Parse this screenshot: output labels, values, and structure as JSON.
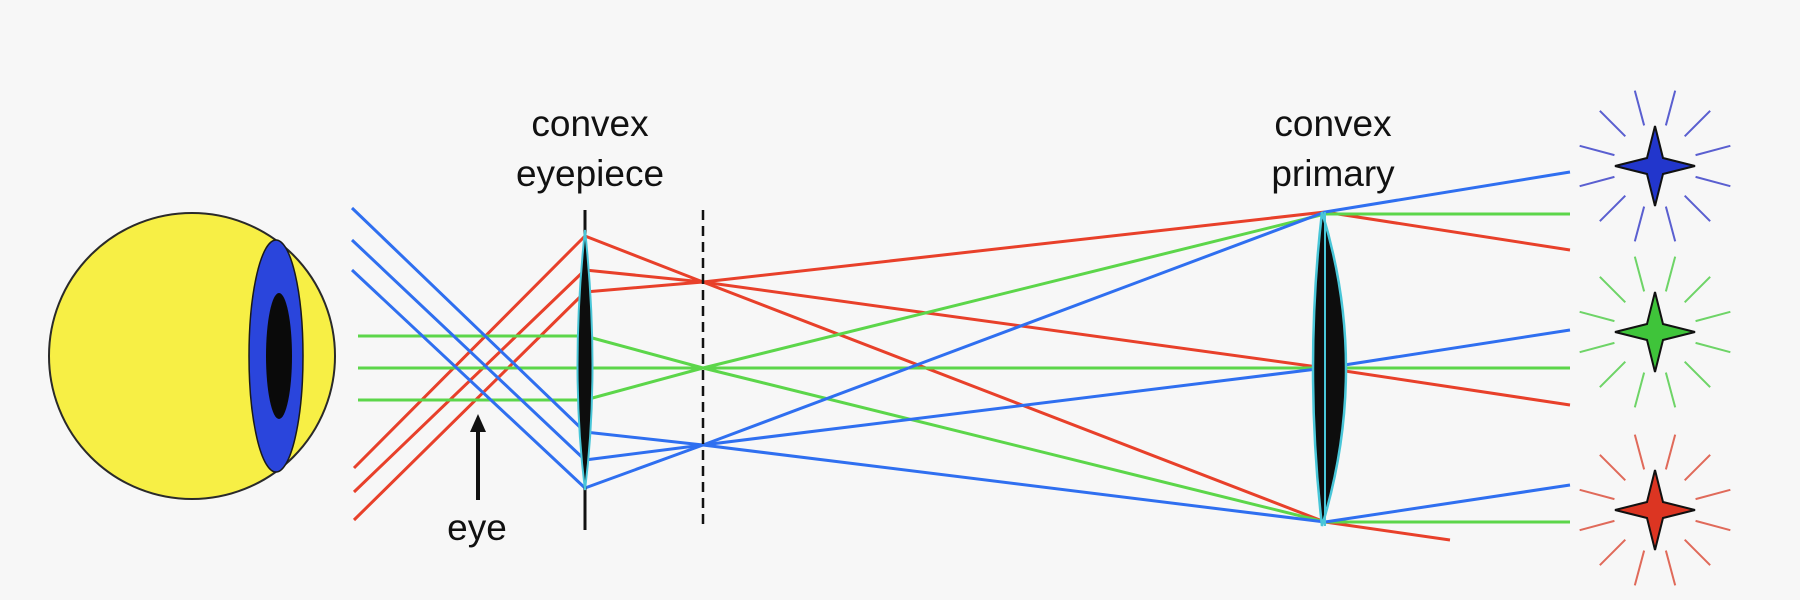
{
  "labels": {
    "eyepiece_line1": "convex",
    "eyepiece_line2": "eyepiece",
    "primary_line1": "convex",
    "primary_line2": "primary",
    "eye": "eye"
  },
  "colors": {
    "background": "#f7f7f7",
    "eyeball": "#f7ef45",
    "iris": "#2a45dc",
    "pupil": "#0a0a0a",
    "red_rays": "#e8402a",
    "green_rays": "#5cd64a",
    "blue_rays": "#2f6ff0",
    "lens": "#0d0d0d",
    "lens_edge": "#49c6d8"
  },
  "stars": [
    {
      "name": "blue-star",
      "color": "#2236cc",
      "rays": "#5a5fd0"
    },
    {
      "name": "green-star",
      "color": "#3fc43a",
      "rays": "#6ed467"
    },
    {
      "name": "red-star",
      "color": "#dc3522",
      "rays": "#e06a5a"
    }
  ]
}
